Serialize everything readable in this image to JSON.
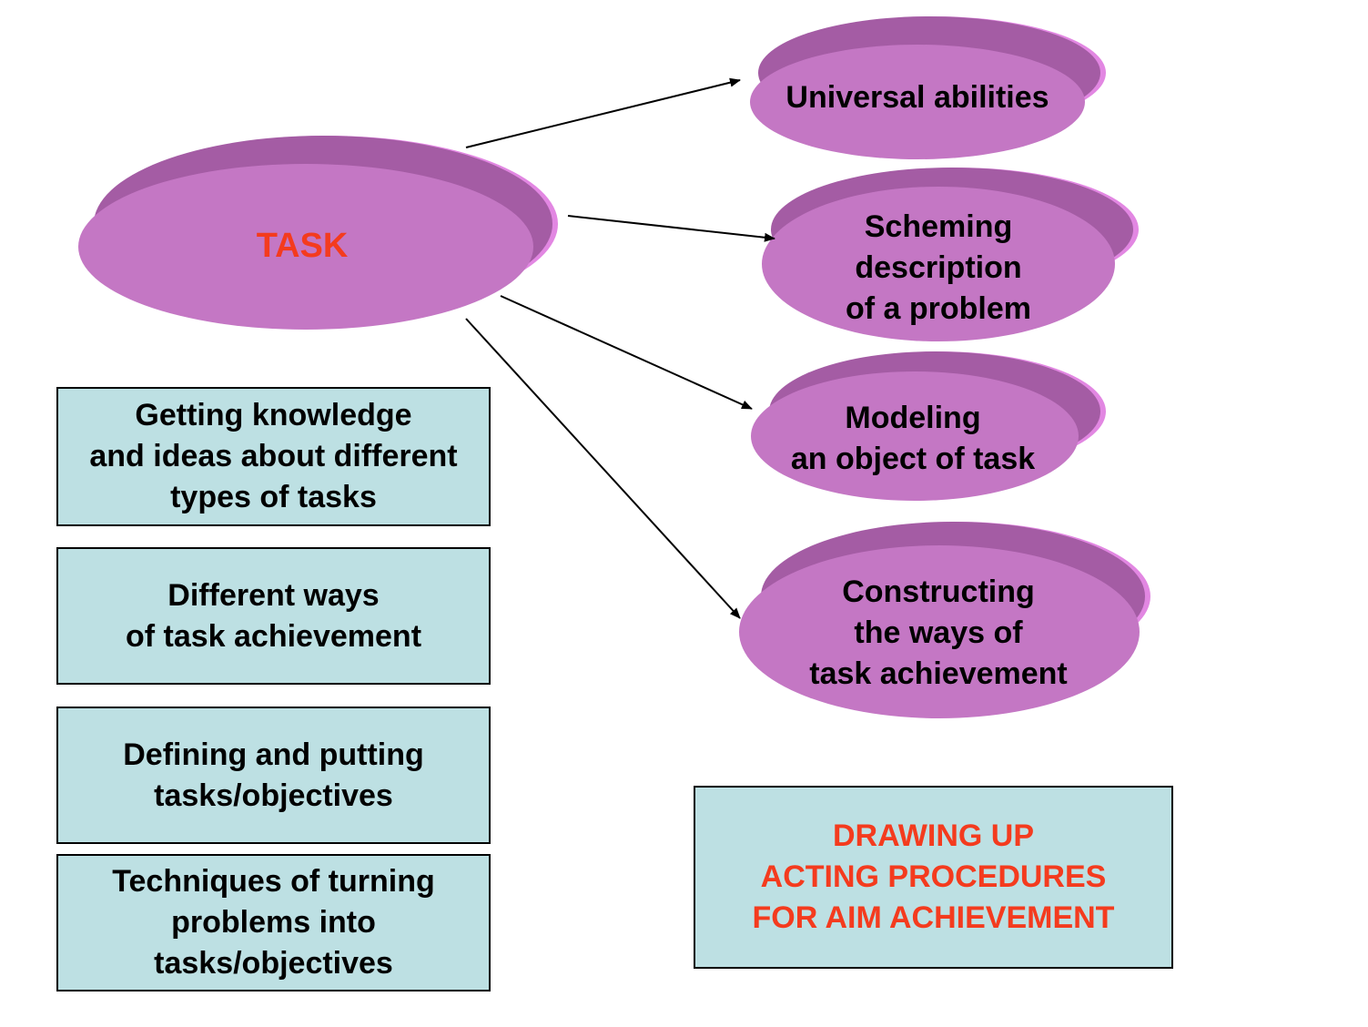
{
  "colors": {
    "disc_face": "#c477c4",
    "disc_side": "#a45ca4",
    "disc_edge": "#e287e2",
    "box_fill": "#bde0e3",
    "task_text": "#f43b1e",
    "red_text": "#f43b1e"
  },
  "task": {
    "label": "TASK"
  },
  "abilities": [
    {
      "label": "Universal abilities"
    },
    {
      "label": "Scheming\ndescription\nof a problem"
    },
    {
      "label": "Modeling\nan object of task"
    },
    {
      "label": "Constructing\nthe ways of\ntask achievement"
    }
  ],
  "boxes": [
    {
      "label": "Getting knowledge\nand ideas about different\ntypes of tasks"
    },
    {
      "label": "Different ways\nof task achievement"
    },
    {
      "label": "Defining and putting\ntasks/objectives"
    },
    {
      "label": "Techniques of turning\nproblems into\ntasks/objectives"
    }
  ],
  "procedure_box": {
    "label": "DRAWING UP\nACTING PROCEDURES\nFOR AIM ACHIEVEMENT"
  }
}
